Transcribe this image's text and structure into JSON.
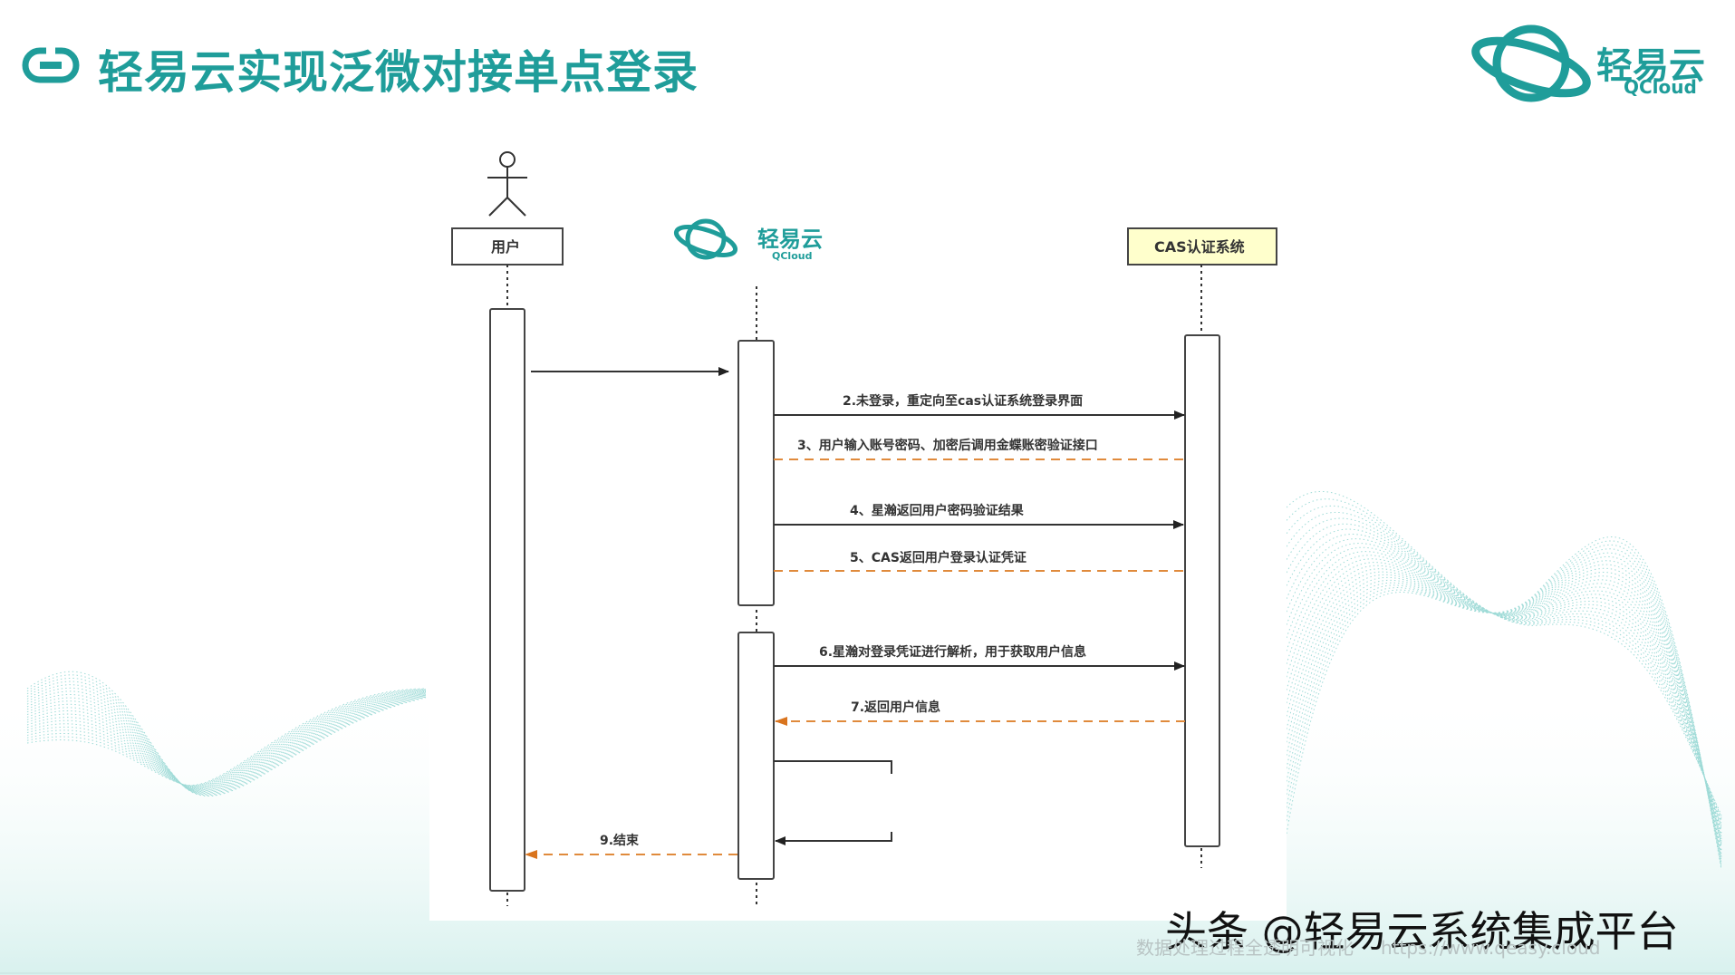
{
  "header": {
    "title": "轻易云实现泛微对接单点登录",
    "icon": "link-icon"
  },
  "brand": {
    "name": "轻易云",
    "sub": "QCloud",
    "icon": "qcloud-logo-icon"
  },
  "colors": {
    "accent": "#1f9d9a",
    "return_arrow": "#e08a3c",
    "cas_box": "#ffffcc"
  },
  "diagram": {
    "participants": {
      "user": "用户",
      "qcloud_name": "轻易云",
      "qcloud_sub": "QCloud",
      "cas": "CAS认证系统"
    },
    "messages": {
      "m2": "2.未登录，重定向至cas认证系统登录界面",
      "m3": "3、用户输入账号密码、加密后调用金蝶账密验证接口",
      "m4": "4、星瀚返回用户密码验证结果",
      "m5": "5、CAS返回用户登录认证凭证",
      "m6": "6.星瀚对登录凭证进行解析，用于获取用户信息",
      "m7": "7.返回用户信息",
      "m9": "9.结束"
    }
  },
  "watermark": "头条 @轻易云系统集成平台",
  "footer": {
    "left": "数据处理过程全透明可视化",
    "url": "https://www.qeasy.cloud"
  }
}
